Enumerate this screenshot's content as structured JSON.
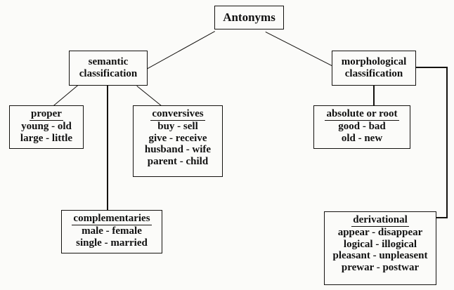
{
  "diagram": {
    "type": "tree",
    "title": "Antonyms",
    "root": {
      "label": "Antonyms"
    },
    "branches": [
      {
        "id": "semantic",
        "label_line1": "semantic",
        "label_line2": "classification",
        "children": [
          {
            "id": "proper",
            "header": "proper",
            "items": [
              "young - old",
              "large - little"
            ]
          },
          {
            "id": "complementaries",
            "header": "complementaries",
            "items": [
              "male - female",
              "single - married"
            ]
          },
          {
            "id": "conversives",
            "header": "conversives",
            "items": [
              "buy - sell",
              "give - receive",
              "husband - wife",
              "parent - child"
            ]
          }
        ]
      },
      {
        "id": "morphological",
        "label_line1": "morphological",
        "label_line2": "classification",
        "children": [
          {
            "id": "absolute-or-root",
            "header": "absolute or root",
            "items": [
              "good - bad",
              "old - new"
            ]
          },
          {
            "id": "derivational",
            "header": "derivational",
            "items": [
              "appear - disappear",
              "logical - illogical",
              "pleasant - unpleasent",
              "prewar - postwar"
            ]
          }
        ]
      }
    ],
    "colors": {
      "ink": "#14120f",
      "paper": "#fbfbf9"
    }
  }
}
